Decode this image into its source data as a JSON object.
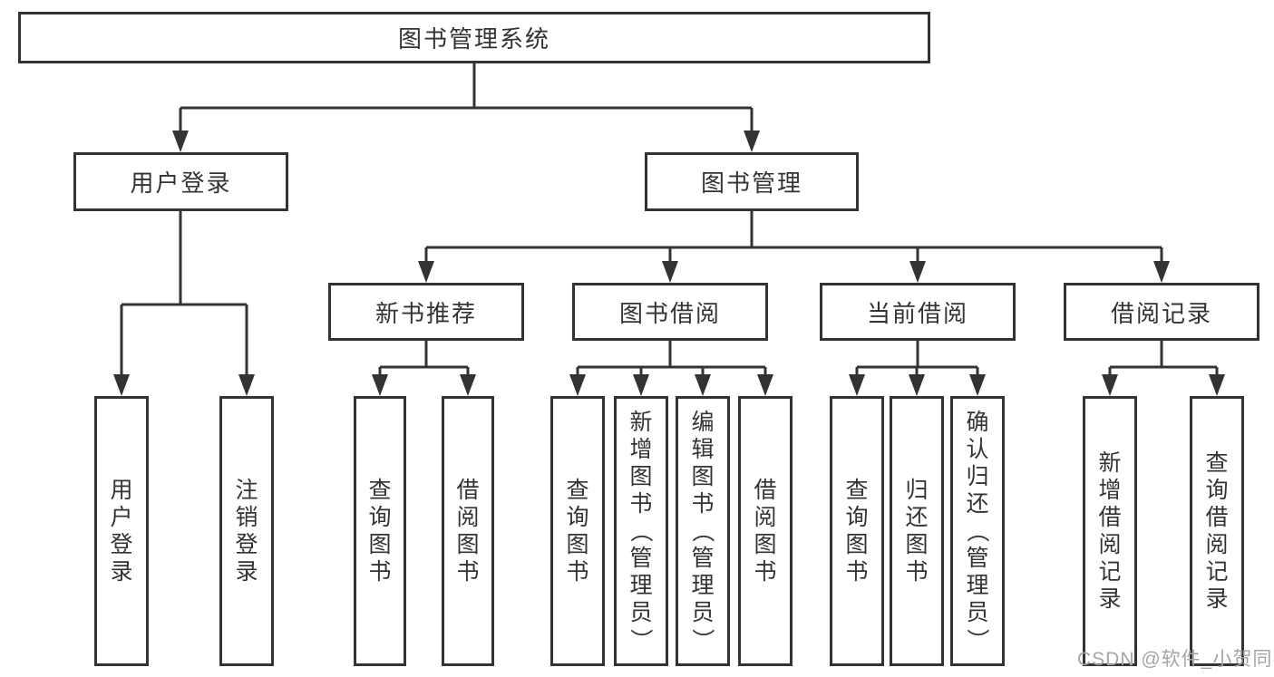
{
  "tree": {
    "root": "图书管理系统",
    "branches": [
      {
        "label": "用户登录",
        "leaves": [
          "用户登录",
          "注销登录"
        ]
      },
      {
        "label": "图书管理",
        "groups": [
          {
            "label": "新书推荐",
            "leaves": [
              "查询图书",
              "借阅图书"
            ]
          },
          {
            "label": "图书借阅",
            "leaves": [
              "查询图书",
              "新增图书（管理员）",
              "编辑图书（管理员）",
              "借阅图书"
            ]
          },
          {
            "label": "当前借阅",
            "leaves": [
              "查询图书",
              "归还图书",
              "确认归还（管理员）"
            ]
          },
          {
            "label": "借阅记录",
            "leaves": [
              "新增借阅记录",
              "查询借阅记录"
            ]
          }
        ]
      }
    ]
  },
  "watermark": "CSDN @软件_小贺同学",
  "colors": {
    "line": "#333333",
    "text": "#333333",
    "watermark": "#a5a5a5",
    "background": "#ffffff"
  }
}
